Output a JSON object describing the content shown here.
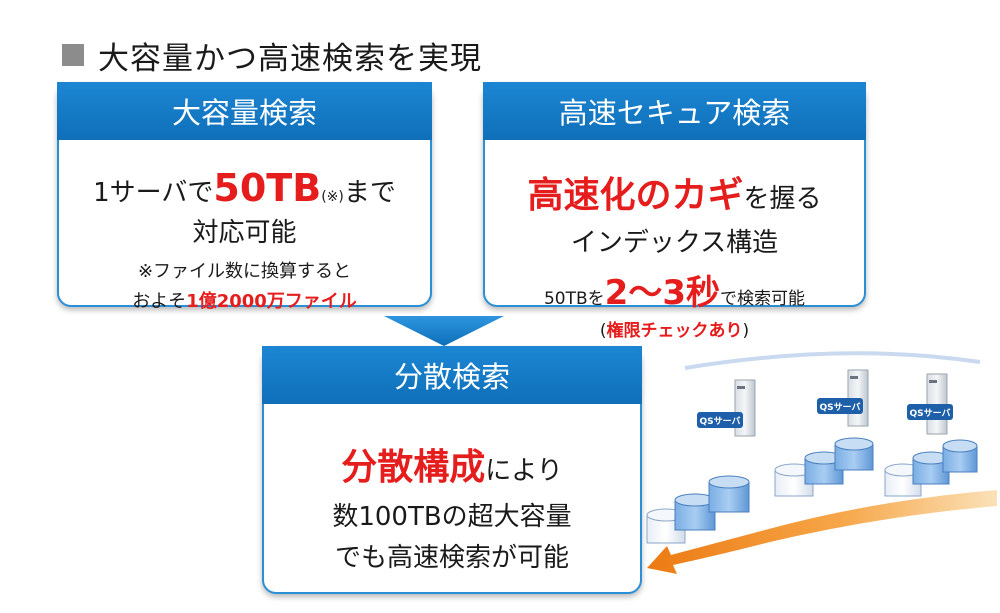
{
  "heading": {
    "text": "大容量かつ高速検索を実現"
  },
  "left_box": {
    "title": "大容量検索",
    "line1_prefix": "1サーバで",
    "line1_highlight": "50TB",
    "line1_note": "(※)",
    "line1_suffix": "まで",
    "line2": "対応可能",
    "line3": "※ファイル数に換算すると",
    "line4_prefix": "およそ",
    "line4_highlight": "1億2000万ファイル"
  },
  "right_box": {
    "title": "高速セキュア検索",
    "line1_highlight": "高速化のカギ",
    "line1_suffix": "を握る",
    "line2": "インデックス構造",
    "line3_prefix": "50TBを",
    "line3_highlight": "2〜3秒",
    "line3_suffix": "で検索可能",
    "line4_open": "(",
    "line4_highlight": "権限チェックあり",
    "line4_close": ")"
  },
  "center_box": {
    "title": "分散検索",
    "line1_highlight": "分散構成",
    "line1_suffix": "により",
    "line2": "数100TBの超大容量",
    "line3": "でも高速検索が可能"
  },
  "illustration": {
    "servers": [
      {
        "label": "QSサーバ"
      },
      {
        "label": "QSサーバ"
      },
      {
        "label": "QSサーバ"
      }
    ]
  },
  "colors": {
    "accent_blue": "#1c86d3",
    "highlight_red": "#e51d1d",
    "arrow_orange": "#f08a1e"
  }
}
